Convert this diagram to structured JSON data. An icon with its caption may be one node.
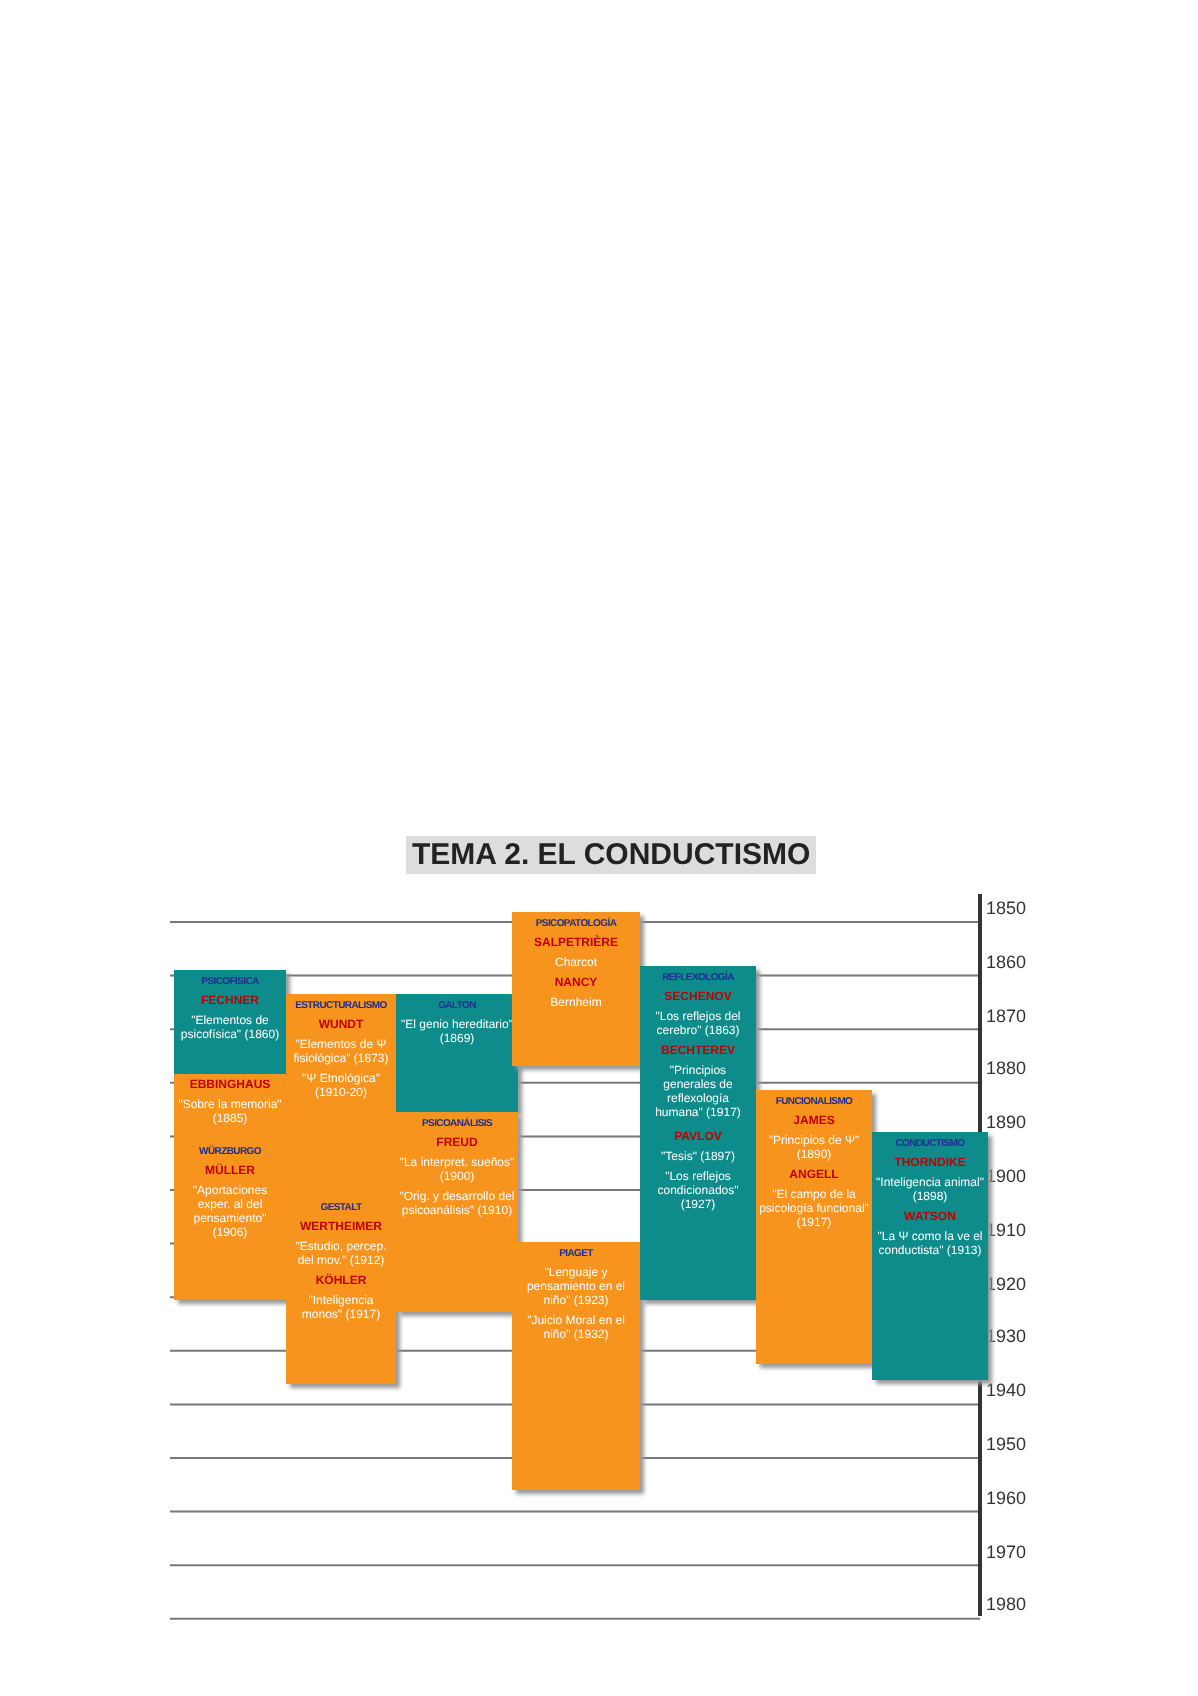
{
  "diagram": {
    "title": "TEMA 2. EL CONDUCTISMO",
    "nodes": [
      {
        "text": [
          "PSICOFÍSICA",
          "FECHNER",
          "\"Elementos de psicofísica\" (1860)"
        ]
      },
      {
        "text": [
          "EBBINGHAUS",
          "\"Sobre la memoria\" (1885)"
        ]
      },
      {
        "text": [
          "WÜRZBURGO",
          "MÜLLER",
          "\"Aportaciones exper. al del pensamiento\" (1906)"
        ]
      },
      {
        "text": [
          "ESTRUCTURALISMO",
          "WUNDT",
          "\"Elementos de Ψ fisiológica\" (1873)",
          "\"Ψ Etnológica\" (1910-20)"
        ]
      },
      {
        "text": [
          "GESTALT",
          "WERTHEIMER",
          "\"Estudio, percep. del mov.\" (1912)",
          "KÖHLER",
          "\"Inteligencia monos\" (1917)"
        ]
      },
      {
        "text": [
          "GALTON",
          "\"El genio hereditario\" (1869)"
        ]
      },
      {
        "text": [
          "PSICOANÁLISIS",
          "FREUD",
          "\"La interpret. sueños\" (1900)",
          "\"Orig. y desarrollo del psicoanálisis\" (1910)"
        ]
      },
      {
        "text": [
          "PSICOPATOLOGÍA",
          "SALPETRIÈRE",
          "Charcot",
          "NANCY",
          "Bernheim"
        ]
      },
      {
        "text": [
          "PIAGET",
          "\"Lenguaje y pensamiento en el niño\" (1923)",
          "\"Juicio Moral en el niño\" (1932)"
        ]
      },
      {
        "text": [
          "REFLEXOLOGÍA",
          "SECHENOV",
          "\"Los reflejos del cerebro\" (1863)",
          "BECHTEREV",
          "\"Principios generales de reflexología humana\" (1917)"
        ]
      },
      {
        "text": [
          "PAVLOV",
          "\"Tesis\" (1897)",
          "\"Los reflejos condicionados\" (1927)"
        ]
      },
      {
        "text": [
          "FUNCIONALISMO",
          "JAMES",
          "\"Principios de Ψ\" (1890)",
          "ANGELL",
          "\"El campo de la psicología funcional\" (1917)"
        ]
      },
      {
        "text": [
          "CONDUCTISMO",
          "THORNDIKE",
          "\"Inteligencia animal\" (1898)",
          "WATSON",
          "\"La Ψ como la ve el conductista\" (1913)"
        ]
      }
    ],
    "labels": [
      "1850",
      "1860",
      "1870",
      "1880",
      "1890",
      "1900",
      "1910",
      "1920",
      "1930",
      "1940",
      "1950",
      "1960",
      "1970",
      "1980"
    ]
  }
}
